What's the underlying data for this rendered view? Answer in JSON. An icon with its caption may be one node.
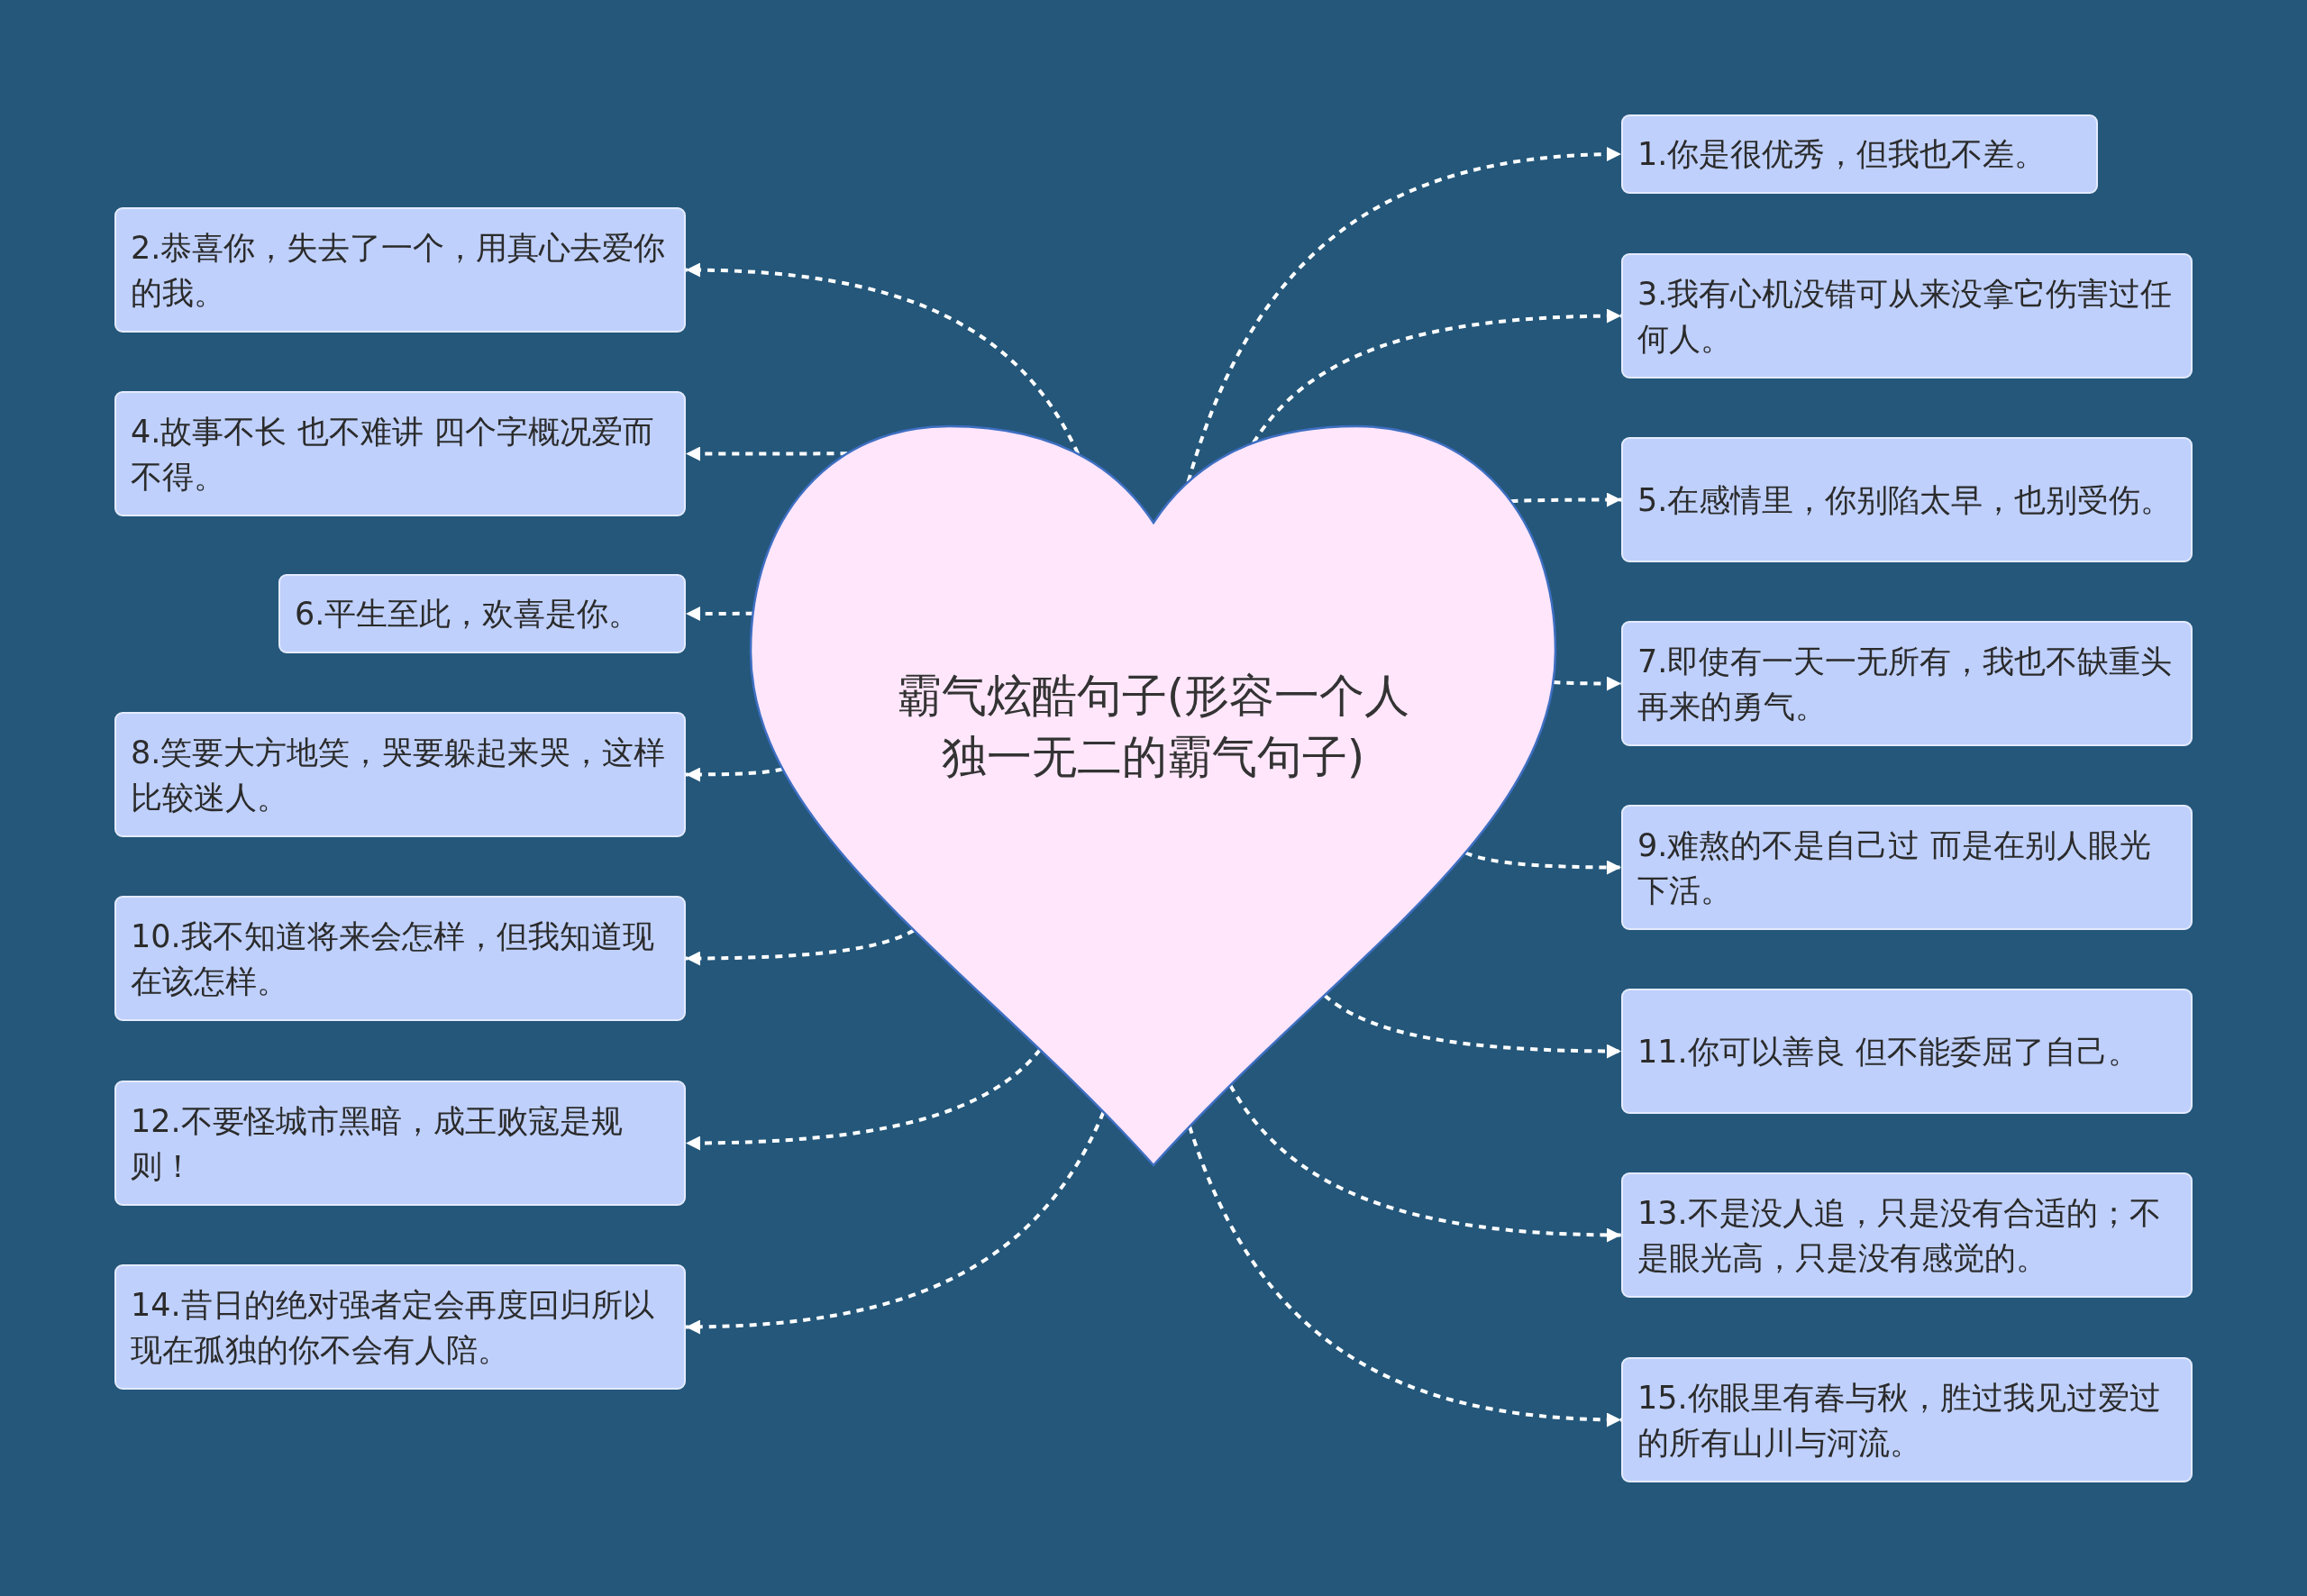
{
  "diagram": {
    "nodes": [
      {
        "text": [
          "霸气炫酷句子(形容一个人独一无二的霸气句子)"
        ]
      },
      {
        "text": [
          "1.你是很优秀，但我也不差。"
        ]
      },
      {
        "text": [
          "2.恭喜你，失去了一个，用真心去爱你的我。"
        ]
      },
      {
        "text": [
          "3.我有心机没错可从来没拿它伤害过任何人。"
        ]
      },
      {
        "text": [
          "4.故事不长 也不难讲 四个字概况爱而不得。"
        ]
      },
      {
        "text": [
          "5.在感情里，你别陷太早，也别受伤。"
        ]
      },
      {
        "text": [
          "6.平生至此，欢喜是你。"
        ]
      },
      {
        "text": [
          "7.即使有一天一无所有，我也不缺重头再来的勇气。"
        ]
      },
      {
        "text": [
          "8.笑要大方地笑，哭要躲起来哭，这样比较迷人。"
        ]
      },
      {
        "text": [
          "9.难熬的不是自己过 而是在别人眼光下活。"
        ]
      },
      {
        "text": [
          "10.我不知道将来会怎样，但我知道现在该怎样。"
        ]
      },
      {
        "text": [
          "11.你可以善良 但不能委屈了自己。"
        ]
      },
      {
        "text": [
          "12.不要怪城市黑暗，成王败寇是规则！"
        ]
      },
      {
        "text": [
          "13.不是没人追，只是没有合适的；不是眼光高，只是没有感觉的。"
        ]
      },
      {
        "text": [
          "14.昔日的绝对强者定会再度回归所以现在孤独的你不会有人陪。"
        ]
      },
      {
        "text": [
          "15.你眼里有春与秋，胜过我见过爱过的所有山川与河流。"
        ]
      }
    ],
    "edges": [
      {
        "from": 0,
        "to": 1,
        "arrow": "to",
        "style": "dashed"
      },
      {
        "from": 0,
        "to": 2,
        "arrow": "to",
        "style": "dashed"
      },
      {
        "from": 0,
        "to": 3,
        "arrow": "to",
        "style": "dashed"
      },
      {
        "from": 0,
        "to": 4,
        "arrow": "to",
        "style": "dashed"
      },
      {
        "from": 0,
        "to": 5,
        "arrow": "to",
        "style": "dashed"
      },
      {
        "from": 0,
        "to": 6,
        "arrow": "to",
        "style": "dashed"
      },
      {
        "from": 0,
        "to": 7,
        "arrow": "to",
        "style": "dashed"
      },
      {
        "from": 0,
        "to": 8,
        "arrow": "to",
        "style": "dashed"
      },
      {
        "from": 0,
        "to": 9,
        "arrow": "to",
        "style": "dashed"
      },
      {
        "from": 0,
        "to": 10,
        "arrow": "to",
        "style": "dashed"
      },
      {
        "from": 0,
        "to": 11,
        "arrow": "to",
        "style": "dashed"
      },
      {
        "from": 0,
        "to": 12,
        "arrow": "to",
        "style": "dashed"
      },
      {
        "from": 0,
        "to": 13,
        "arrow": "to",
        "style": "dashed"
      },
      {
        "from": 0,
        "to": 14,
        "arrow": "to",
        "style": "dashed"
      },
      {
        "from": 0,
        "to": 15,
        "arrow": "to",
        "style": "dashed"
      }
    ]
  }
}
